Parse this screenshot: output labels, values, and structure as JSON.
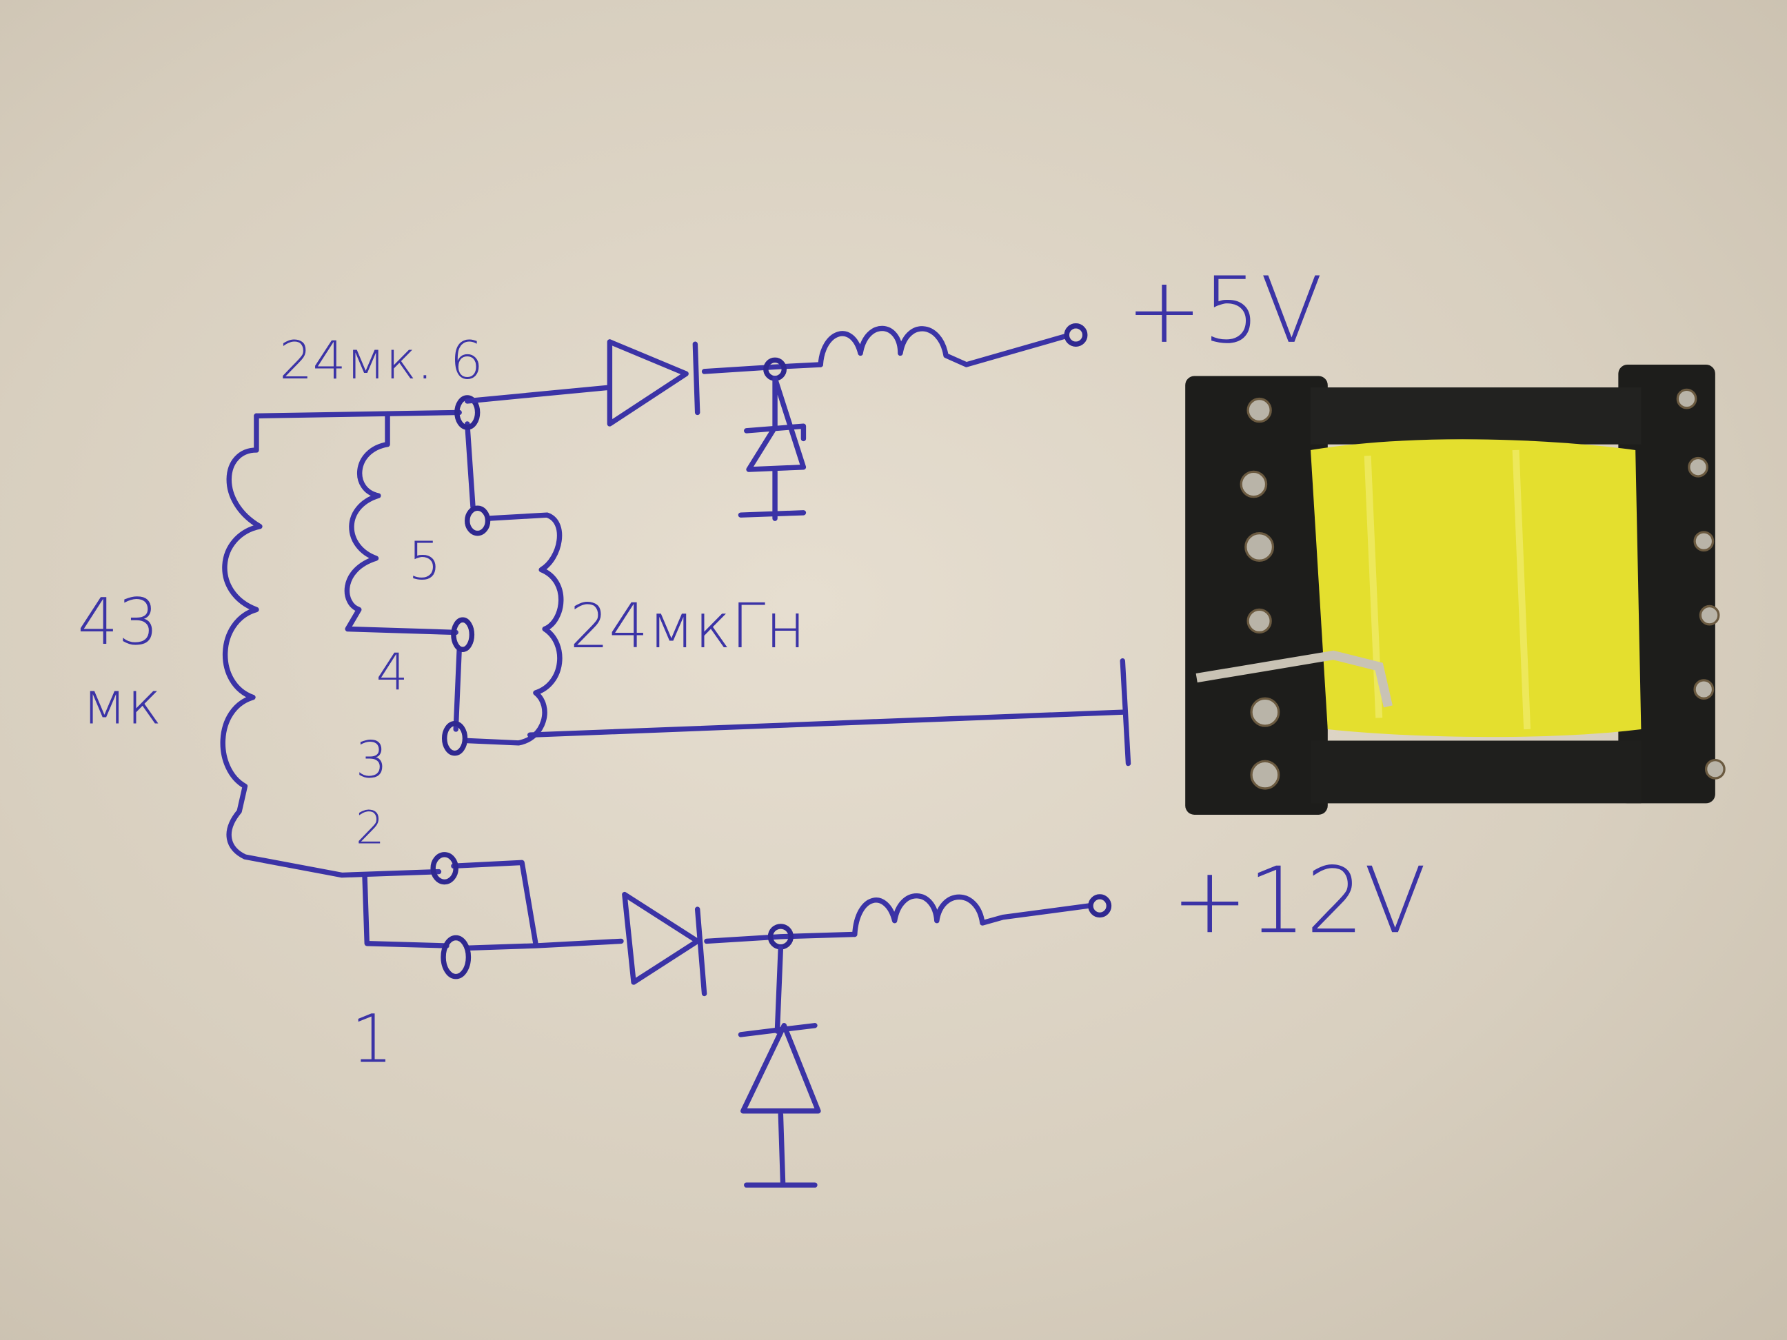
{
  "schematic": {
    "labels": {
      "pin6_inductance": "24мк. 6",
      "pin5": "5",
      "secondary_inductance": "24мкГн",
      "primary_value": "43",
      "primary_unit": "мк",
      "pin4": "4",
      "pin3": "3",
      "pin2": "2",
      "pin1": "1",
      "output_5v": "+5V",
      "output_12v": "+12V"
    }
  },
  "colors": {
    "ink": "#3b33a6",
    "paper": "#e3dbcd",
    "winding_tape": "#e8e23a",
    "bobbin": "#1c1c1a"
  }
}
